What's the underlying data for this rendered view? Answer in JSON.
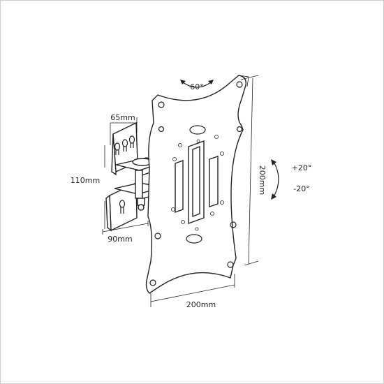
{
  "labels": {
    "top_angle": "60°",
    "bracket_width": "65mm",
    "bracket_height": "110mm",
    "base_width": "90mm",
    "plate_height": "200mm",
    "plate_width": "200mm",
    "tilt_up": "+20°",
    "tilt_down": "-20°"
  }
}
